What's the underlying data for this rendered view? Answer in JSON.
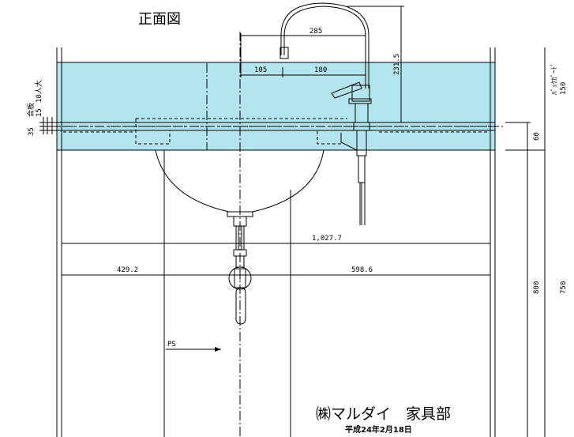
{
  "title": "正面図",
  "dimensions": {
    "spout_reach": "285",
    "d105": "105",
    "d180": "180",
    "faucet_height": "231.5",
    "total_width": "1,027.7",
    "left_width": "429.2",
    "right_width": "598.6",
    "side_60": "60",
    "side_800": "800",
    "side_150": "150",
    "side_750": "750",
    "left_35": "35",
    "left_15": "15"
  },
  "labels": {
    "ps": "PS",
    "backguard": "ﾊﾞｯｸｶﾞｰﾄﾞ",
    "left_note_1": "合板",
    "left_note_2": "10人大"
  },
  "footer": {
    "company": "㈱マルダイ　家具部",
    "date": "平成24年2月18日"
  },
  "colors": {
    "counter_fill": "#b3e5ef",
    "line": "#000000"
  }
}
